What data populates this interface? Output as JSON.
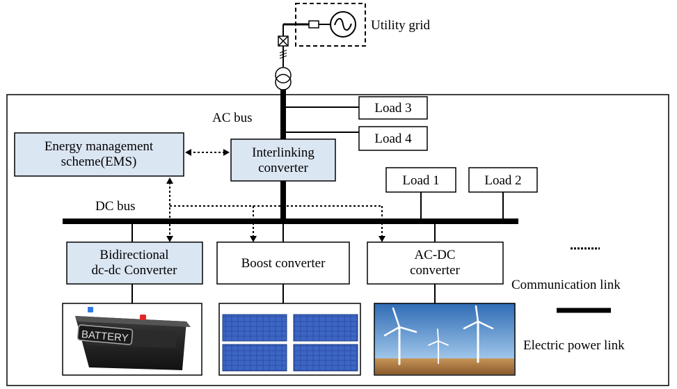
{
  "grid": {
    "label": "Utility grid"
  },
  "buses": {
    "ac": "AC bus",
    "dc": "DC bus"
  },
  "ems": {
    "line1": "Energy management",
    "line2": "scheme(EMS)"
  },
  "interlinking": {
    "line1": "Interlinking",
    "line2": "converter"
  },
  "loads": {
    "load1": "Load 1",
    "load2": "Load 2",
    "load3": "Load 3",
    "load4": "Load 4"
  },
  "bidirectional": {
    "line1": "Bidirectional",
    "line2": "dc-dc Converter"
  },
  "boost": {
    "label": "Boost converter"
  },
  "acdc": {
    "line1": "AC-DC",
    "line2": "converter"
  },
  "battery": {
    "label": "BATTERY"
  },
  "legend": {
    "communication": "Communication link",
    "power": "Electric power link"
  },
  "colors": {
    "box_fill": "#dbe6f3",
    "line": "#000000",
    "panel": "#2d4fa8",
    "sky": "#4f86c6",
    "ground": "#b9854a"
  }
}
